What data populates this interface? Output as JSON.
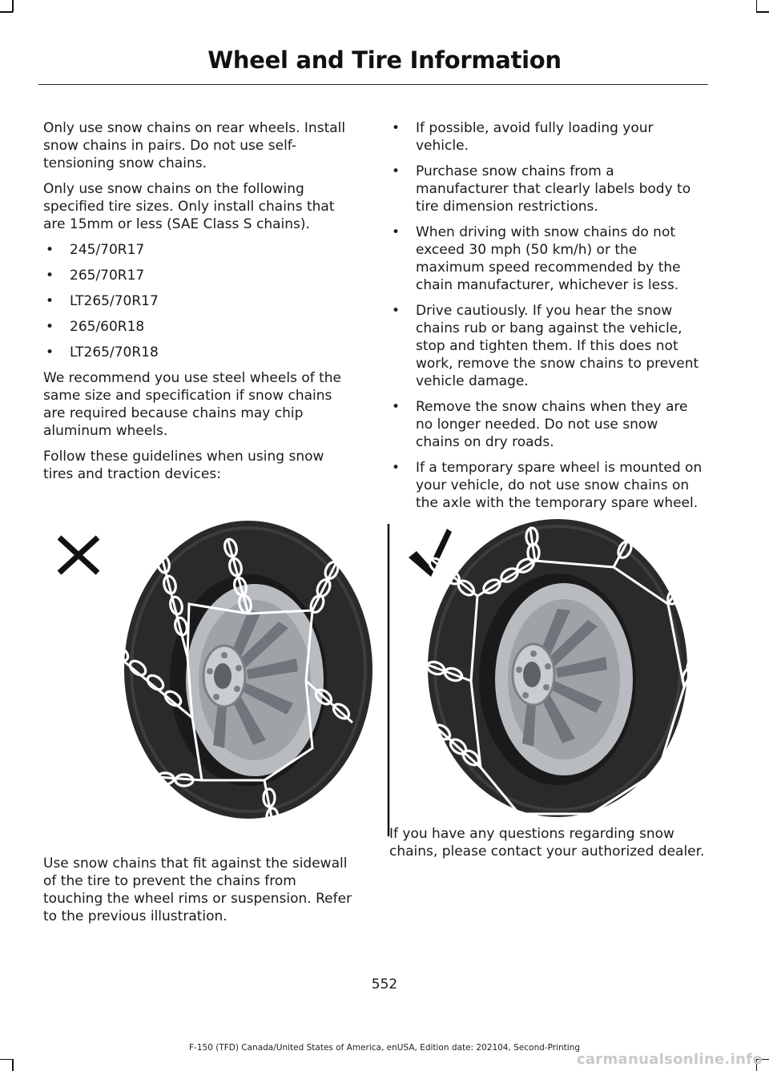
{
  "header": {
    "title": "Wheel and Tire Information"
  },
  "left_column": {
    "para1": "Only use snow chains on rear wheels. Install snow chains in pairs. Do not use self-tensioning snow chains.",
    "para2": "Only use snow chains on the following specified tire sizes. Only install chains that are 15mm or less (SAE Class S chains).",
    "tire_sizes": [
      "245/70R17",
      "265/70R17",
      "LT265/70R17",
      "265/60R18",
      "LT265/70R18"
    ],
    "para3": "We recommend you use steel wheels of the same size and specification if snow chains are required because chains may chip aluminum wheels.",
    "para4": "Follow these guidelines when using snow tires and traction devices:"
  },
  "right_column": {
    "guidelines": [
      "If possible, avoid fully loading your vehicle.",
      "Purchase snow chains from a manufacturer that clearly labels body to tire dimension restrictions.",
      "When driving with snow chains do not exceed 30 mph (50 km/h) or the maximum speed recommended by the chain manufacturer, whichever is less.",
      "Drive cautiously. If you hear the snow chains rub or bang against the vehicle, stop and tighten them. If this does not work, remove the snow chains to prevent vehicle damage.",
      "Remove the snow chains when they are no longer needed. Do not use snow chains on dry roads.",
      "If a temporary spare wheel is mounted on your vehicle, do not use snow chains on the axle with the temporary spare wheel."
    ]
  },
  "figure": {
    "left_mark_icon": "cross-mark-icon",
    "right_mark_icon": "check-mark-icon",
    "left_panel": "incorrect chain fitment",
    "right_panel": "correct chain fitment"
  },
  "bottom": {
    "left_para": "Use snow chains that fit against the sidewall of the tire to prevent the chains from touching the wheel rims or suspension. Refer to the previous illustration.",
    "right_para": "If you have any questions regarding snow chains, please contact your authorized dealer."
  },
  "page_number": "552",
  "footer": "F-150 (TFD) Canada/United States of America, enUSA, Edition date: 202104, Second-Printing",
  "watermark": "carmanualsonline.info",
  "colors": {
    "tire": "#2b2b2b",
    "tire_edge": "#3a3a3a",
    "rim": "#b8bcc0",
    "text": "#1a1a1a"
  }
}
